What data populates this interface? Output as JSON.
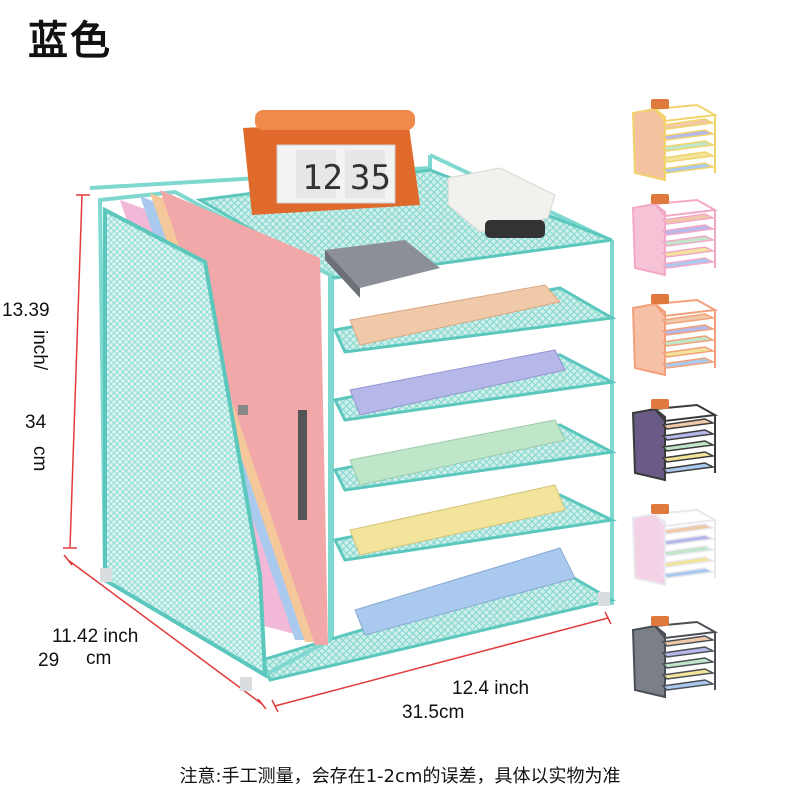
{
  "title": "蓝色",
  "dimensions": {
    "height_inch": "13.39",
    "height_inch_unit": "inch/",
    "height_cm": "34",
    "height_cm_unit": "cm",
    "depth_inch": "11.42 inch",
    "depth_cm": "29",
    "depth_cm_unit": "cm",
    "width_inch": "12.4 inch",
    "width_cm": "31.5cm"
  },
  "clock": {
    "hours": "12",
    "minutes": "35"
  },
  "note": "注意:手工测量，会存在1-2cm的误差，具体以实物为准",
  "colors": {
    "frame": "#7fd8cf",
    "frame_dark": "#4fb8ae",
    "clock_body": "#e06a2c",
    "papers": [
      "#f0c9a8",
      "#b7b8ea",
      "#bfe6c9",
      "#f2e49a",
      "#a9c9ef"
    ],
    "folders": [
      "#f2b8d8",
      "#a9c9ef",
      "#f4c89a",
      "#f2a8a8"
    ]
  },
  "variants": [
    {
      "name": "yellow",
      "frame": "#f2d36b",
      "panel": "#f4c2a0"
    },
    {
      "name": "pink",
      "frame": "#f3a8c8",
      "panel": "#f6c2d6"
    },
    {
      "name": "orange",
      "frame": "#f2a07a",
      "panel": "#f6c0a6"
    },
    {
      "name": "black",
      "frame": "#3a3a3a",
      "panel": "#6a5a88"
    },
    {
      "name": "white",
      "frame": "#e8e8ee",
      "panel": "#f4d2e6"
    },
    {
      "name": "gray",
      "frame": "#4a4f55",
      "panel": "#7b8088"
    }
  ]
}
